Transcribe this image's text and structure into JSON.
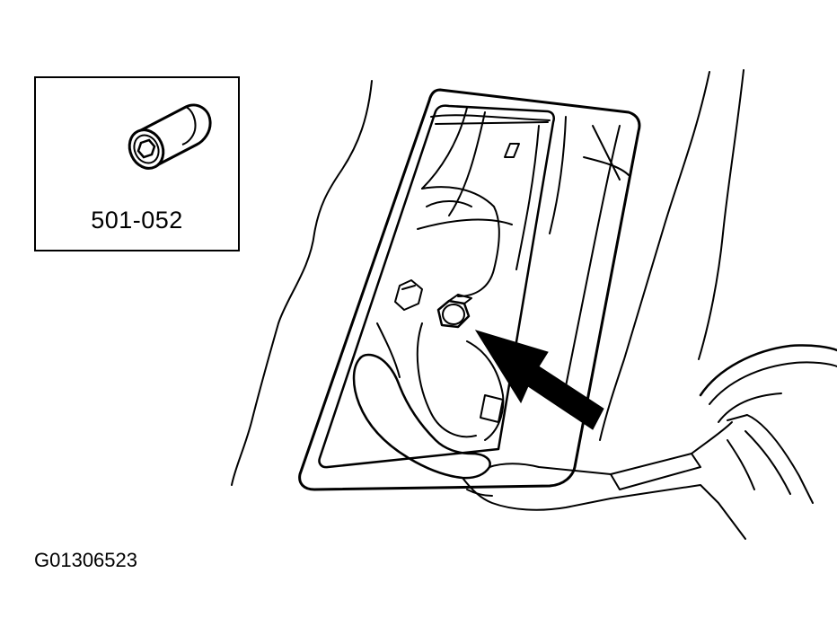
{
  "tool": {
    "part_number": "501-052",
    "icon": "socket-tool-icon"
  },
  "figure": {
    "id": "G01306523"
  },
  "illustration": {
    "subject": "hand-reaching-into-opening-to-bolt",
    "pointer": "arrow-icon"
  },
  "colors": {
    "line": "#000000",
    "background": "#ffffff"
  }
}
